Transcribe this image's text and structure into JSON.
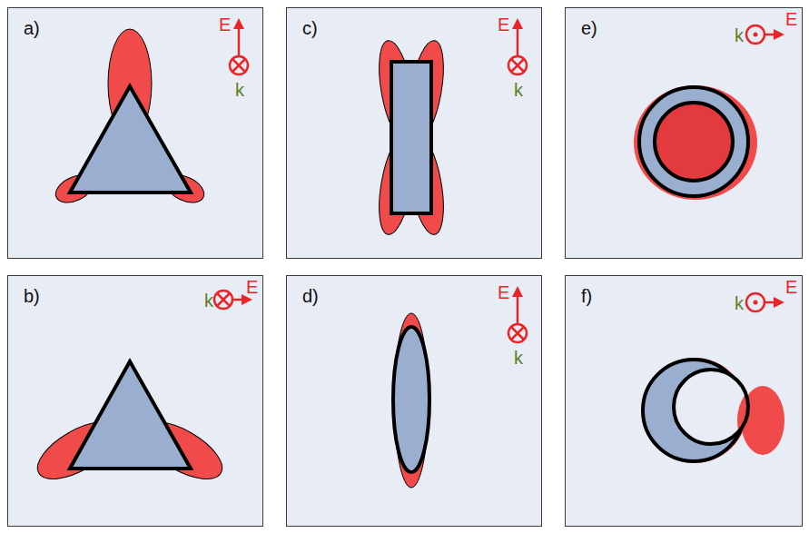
{
  "diagram": {
    "nodes": [
      {
        "text": [
          "a)",
          "E",
          "k"
        ]
      },
      {
        "text": [
          "c)",
          "E",
          "k"
        ]
      },
      {
        "text": [
          "e)",
          "k",
          "E"
        ]
      },
      {
        "text": [
          "b)",
          "k",
          "E"
        ]
      },
      {
        "text": [
          "d)",
          "E",
          "k"
        ]
      },
      {
        "text": [
          "f)",
          "k",
          "E"
        ]
      }
    ]
  }
}
